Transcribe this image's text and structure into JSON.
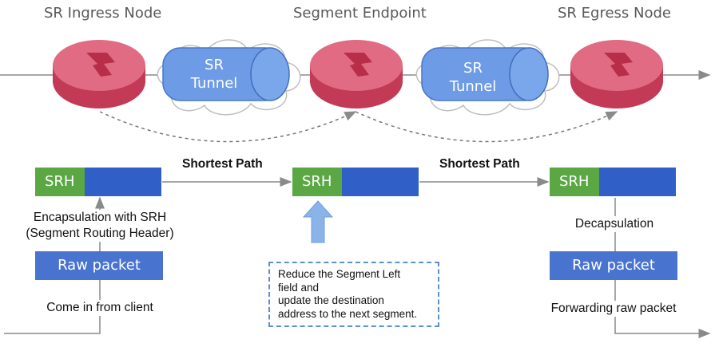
{
  "nodes": {
    "ingress": "SR Ingress Node",
    "endpoint": "Segment Endpoint",
    "egress": "SR Egress Node"
  },
  "tunnels": [
    {
      "line1": "SR",
      "line2": "Tunnel"
    },
    {
      "line1": "SR",
      "line2": "Tunnel"
    }
  ],
  "paths": {
    "left": "Shortest Path",
    "right": "Shortest Path"
  },
  "packets": {
    "srh_label": "SRH",
    "raw_label": "Raw packet"
  },
  "ingress_side": {
    "encap_line1": "Encapsulation with SRH",
    "encap_line2": "(Segment Routing Header)",
    "come_in": "Come in from client"
  },
  "egress_side": {
    "decap": "Decapsulation",
    "forwarding": "Forwarding raw packet"
  },
  "endpoint_note": {
    "line1": "Reduce the Segment Left",
    "line2": "field and",
    "line3": "update the destination",
    "line4": "address to the next segment."
  },
  "colors": {
    "router": "#d9506a",
    "tunnel": "#6d9be6",
    "srh": "#5aa744",
    "payload": "#2f5fc7",
    "raw_packet": "#4874cf",
    "up_arrow": "#8ab4e8"
  }
}
